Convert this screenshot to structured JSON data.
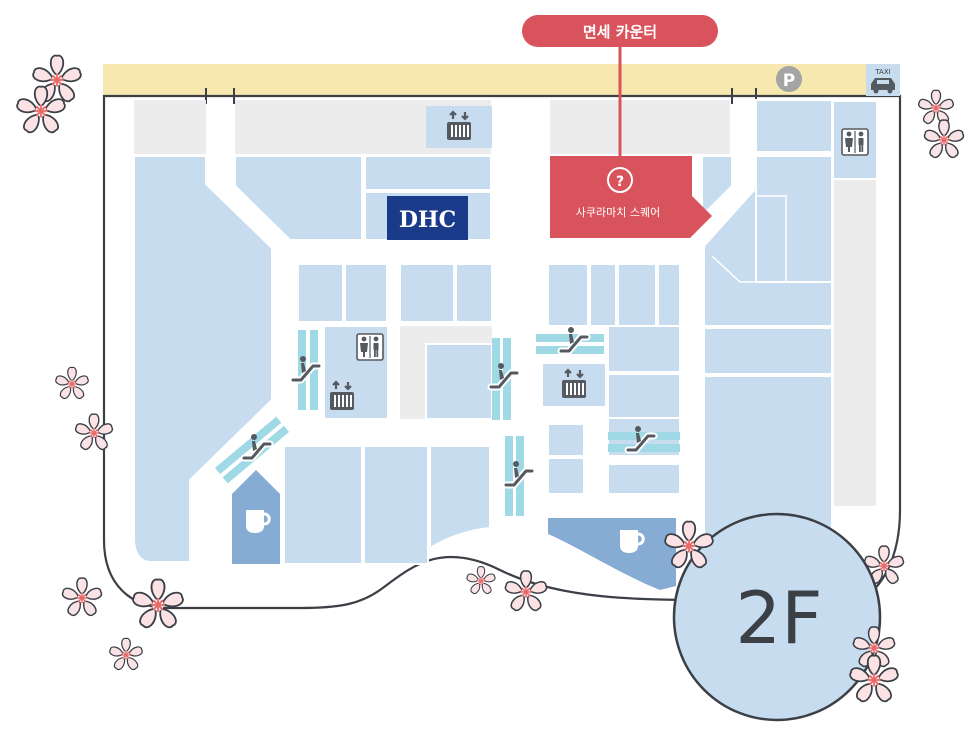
{
  "map": {
    "floor_label": "2F",
    "callout": {
      "label": "면세 카운터"
    },
    "info_shop": {
      "label": "사쿠라마치 스퀘어",
      "icon": "?"
    },
    "brand_store": {
      "label": "DHC"
    },
    "road": {
      "taxi_label": "TAXI",
      "parking_label": "P"
    },
    "icons": {
      "escalator": "escalator-icon",
      "elevator": "elevator-icon",
      "restroom": "restroom-icon",
      "cafe": "coffee-cup-icon",
      "taxi": "taxi-icon",
      "parking": "parking-icon",
      "info": "question-icon",
      "decoration": "cherry-blossom-icon"
    },
    "colors": {
      "shop": "#c8dcf0",
      "shop_dark": "#86acd4",
      "corridor": "#ffffff",
      "service_area": "#ececec",
      "road": "#f7e8b0",
      "highlight": "#d9535c",
      "dhc_brand": "#1a3a8a",
      "escalator_band": "#9fd9e6",
      "outline": "#3b3f46",
      "blossom_petal": "#fbe3e5",
      "blossom_center": "#e66a6a"
    }
  }
}
